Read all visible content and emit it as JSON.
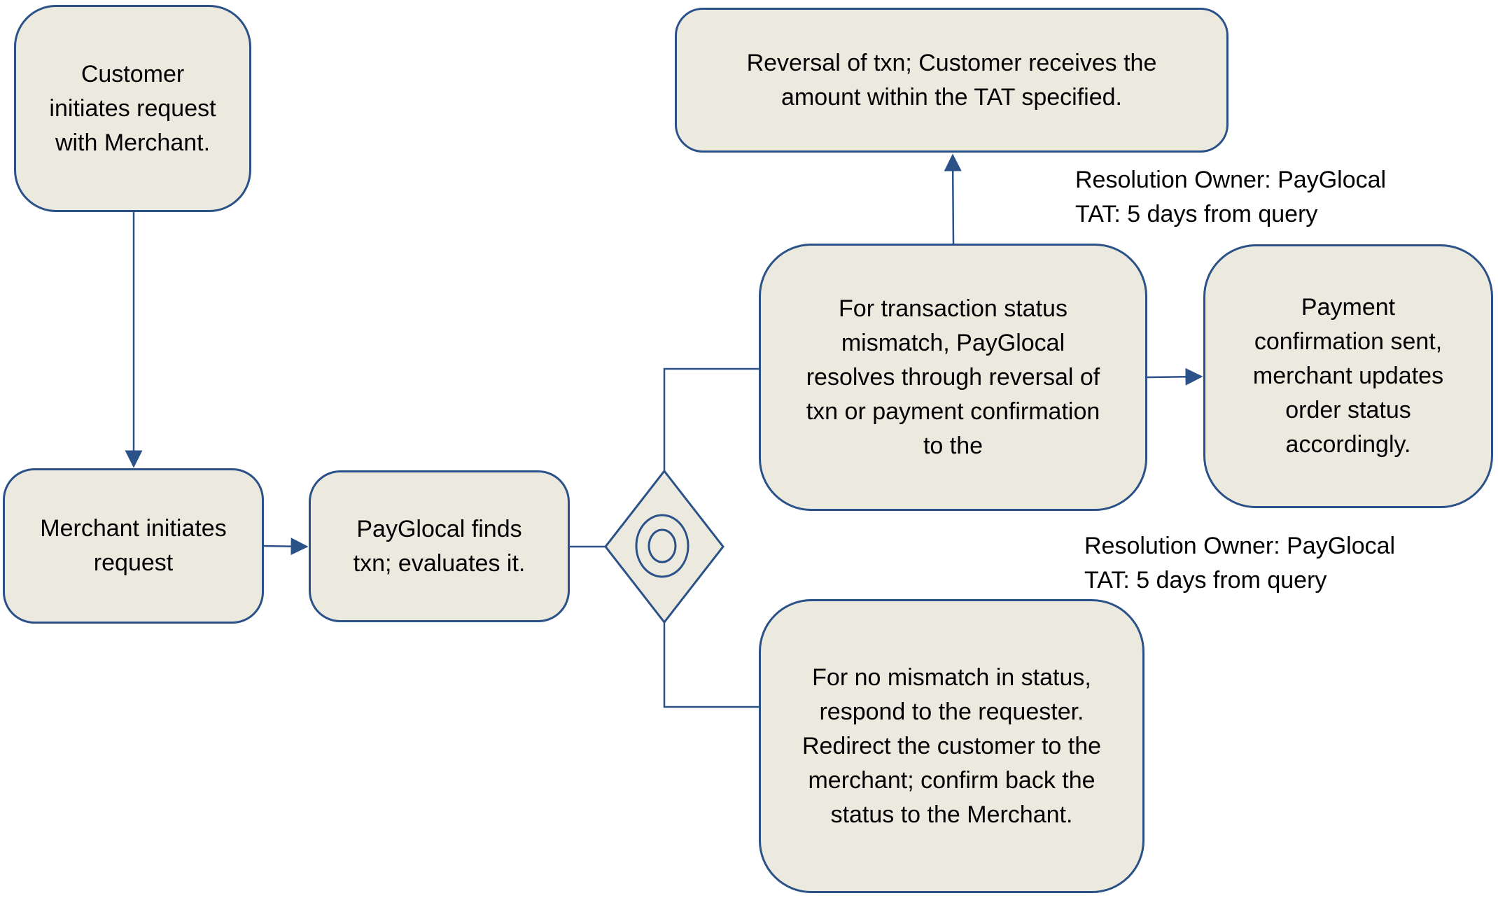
{
  "nodes": {
    "customer": "Customer initiates request with Merchant.",
    "merchant": "Merchant initiates request",
    "payglocal_finds": "PayGlocal finds txn; evaluates it.",
    "reversal": "Reversal of txn; Customer receives the amount within the TAT specified.",
    "mismatch": "For transaction status mismatch, PayGlocal resolves through reversal of txn or payment confirmation to the",
    "payment_confirmation": "Payment confirmation sent, merchant updates order status accordingly.",
    "no_mismatch": "For no mismatch in status, respond to the requester. Redirect the customer to the merchant; confirm back the status to the Merchant."
  },
  "annotations": [
    {
      "owner": "Resolution Owner: PayGlocal",
      "tat": "TAT: 5 days from query"
    },
    {
      "owner": "Resolution Owner: PayGlocal",
      "tat": "TAT: 5 days from query"
    }
  ],
  "colors": {
    "fill": "#ECEADF",
    "stroke": "#2B5189"
  }
}
